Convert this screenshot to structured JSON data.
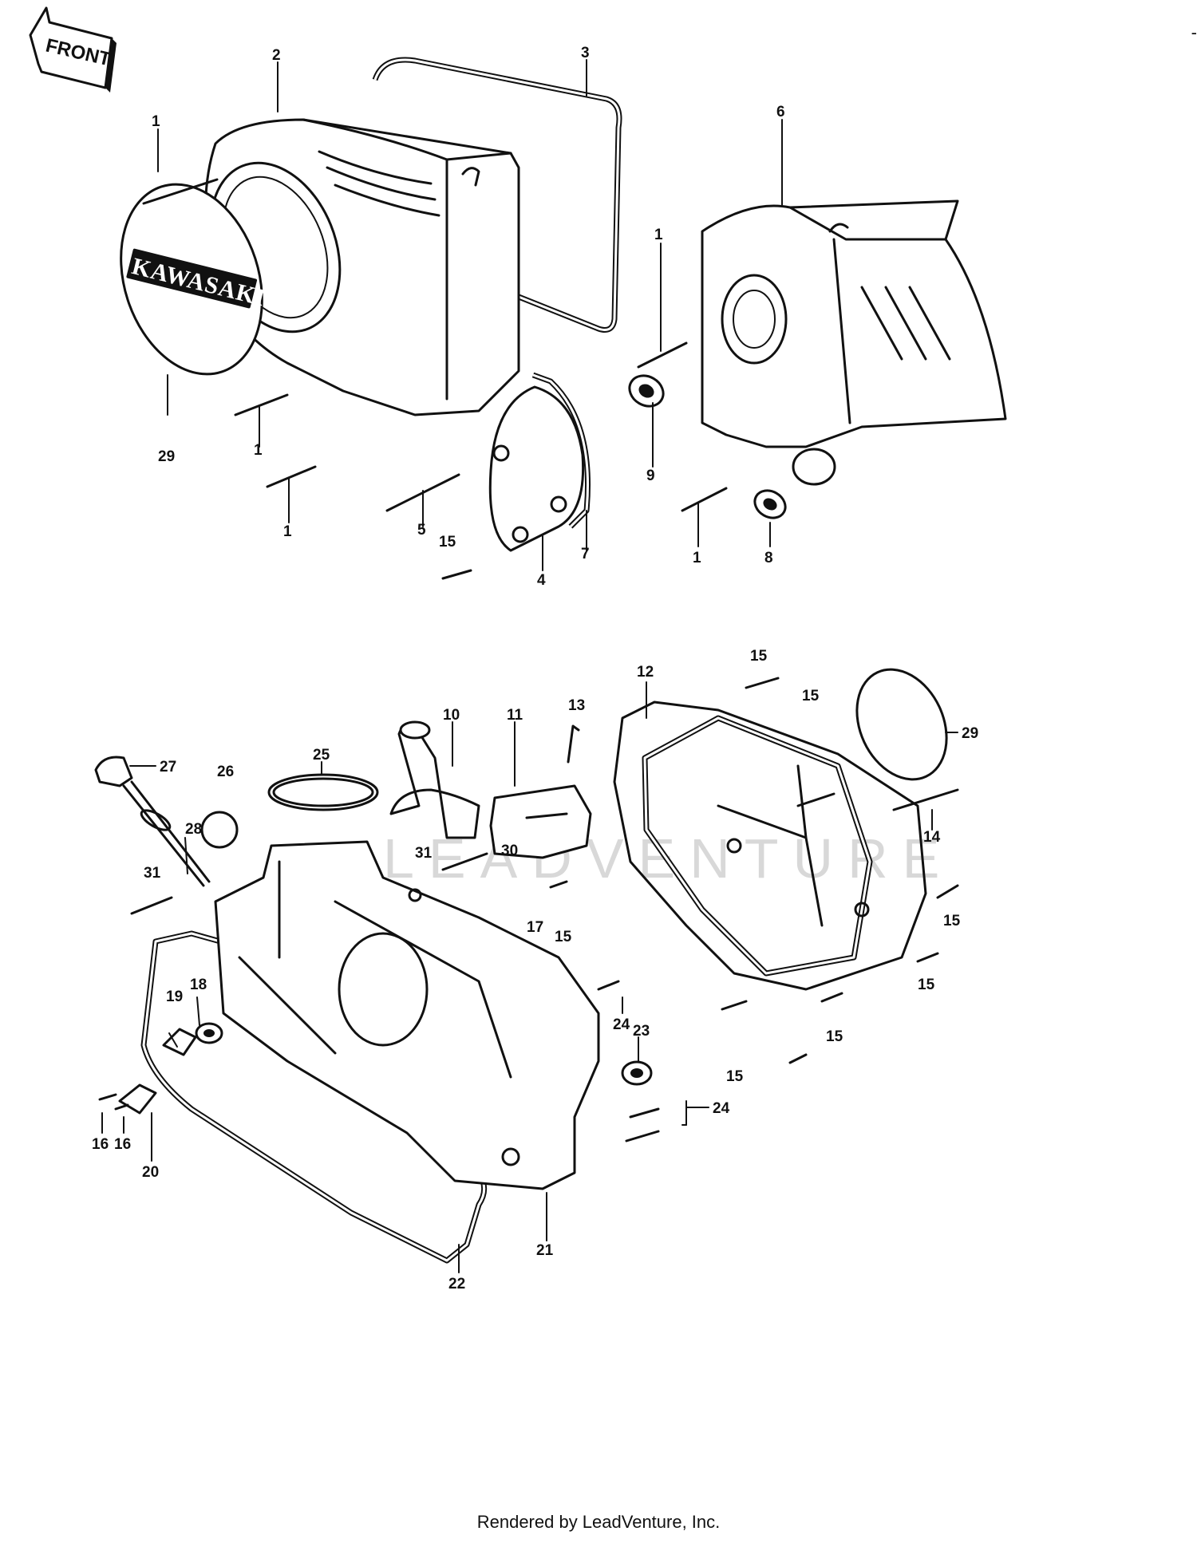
{
  "diagram": {
    "front_label": "FRONT",
    "logo_text": "KAWASAKI",
    "watermark": "LEADVENTURE",
    "callouts": [
      "1",
      "2",
      "3",
      "6",
      "1",
      "29",
      "1",
      "1",
      "5",
      "15",
      "4",
      "7",
      "9",
      "1",
      "8",
      "12",
      "15",
      "15",
      "29",
      "10",
      "11",
      "13",
      "25",
      "27",
      "26",
      "28",
      "31",
      "30",
      "31",
      "17",
      "15",
      "14",
      "15",
      "15",
      "24",
      "15",
      "15",
      "19",
      "18",
      "23",
      "24",
      "16",
      "16",
      "20",
      "21",
      "22"
    ]
  },
  "footer": {
    "credit": "Rendered by LeadVenture, Inc.",
    "corner_mark": "-"
  }
}
